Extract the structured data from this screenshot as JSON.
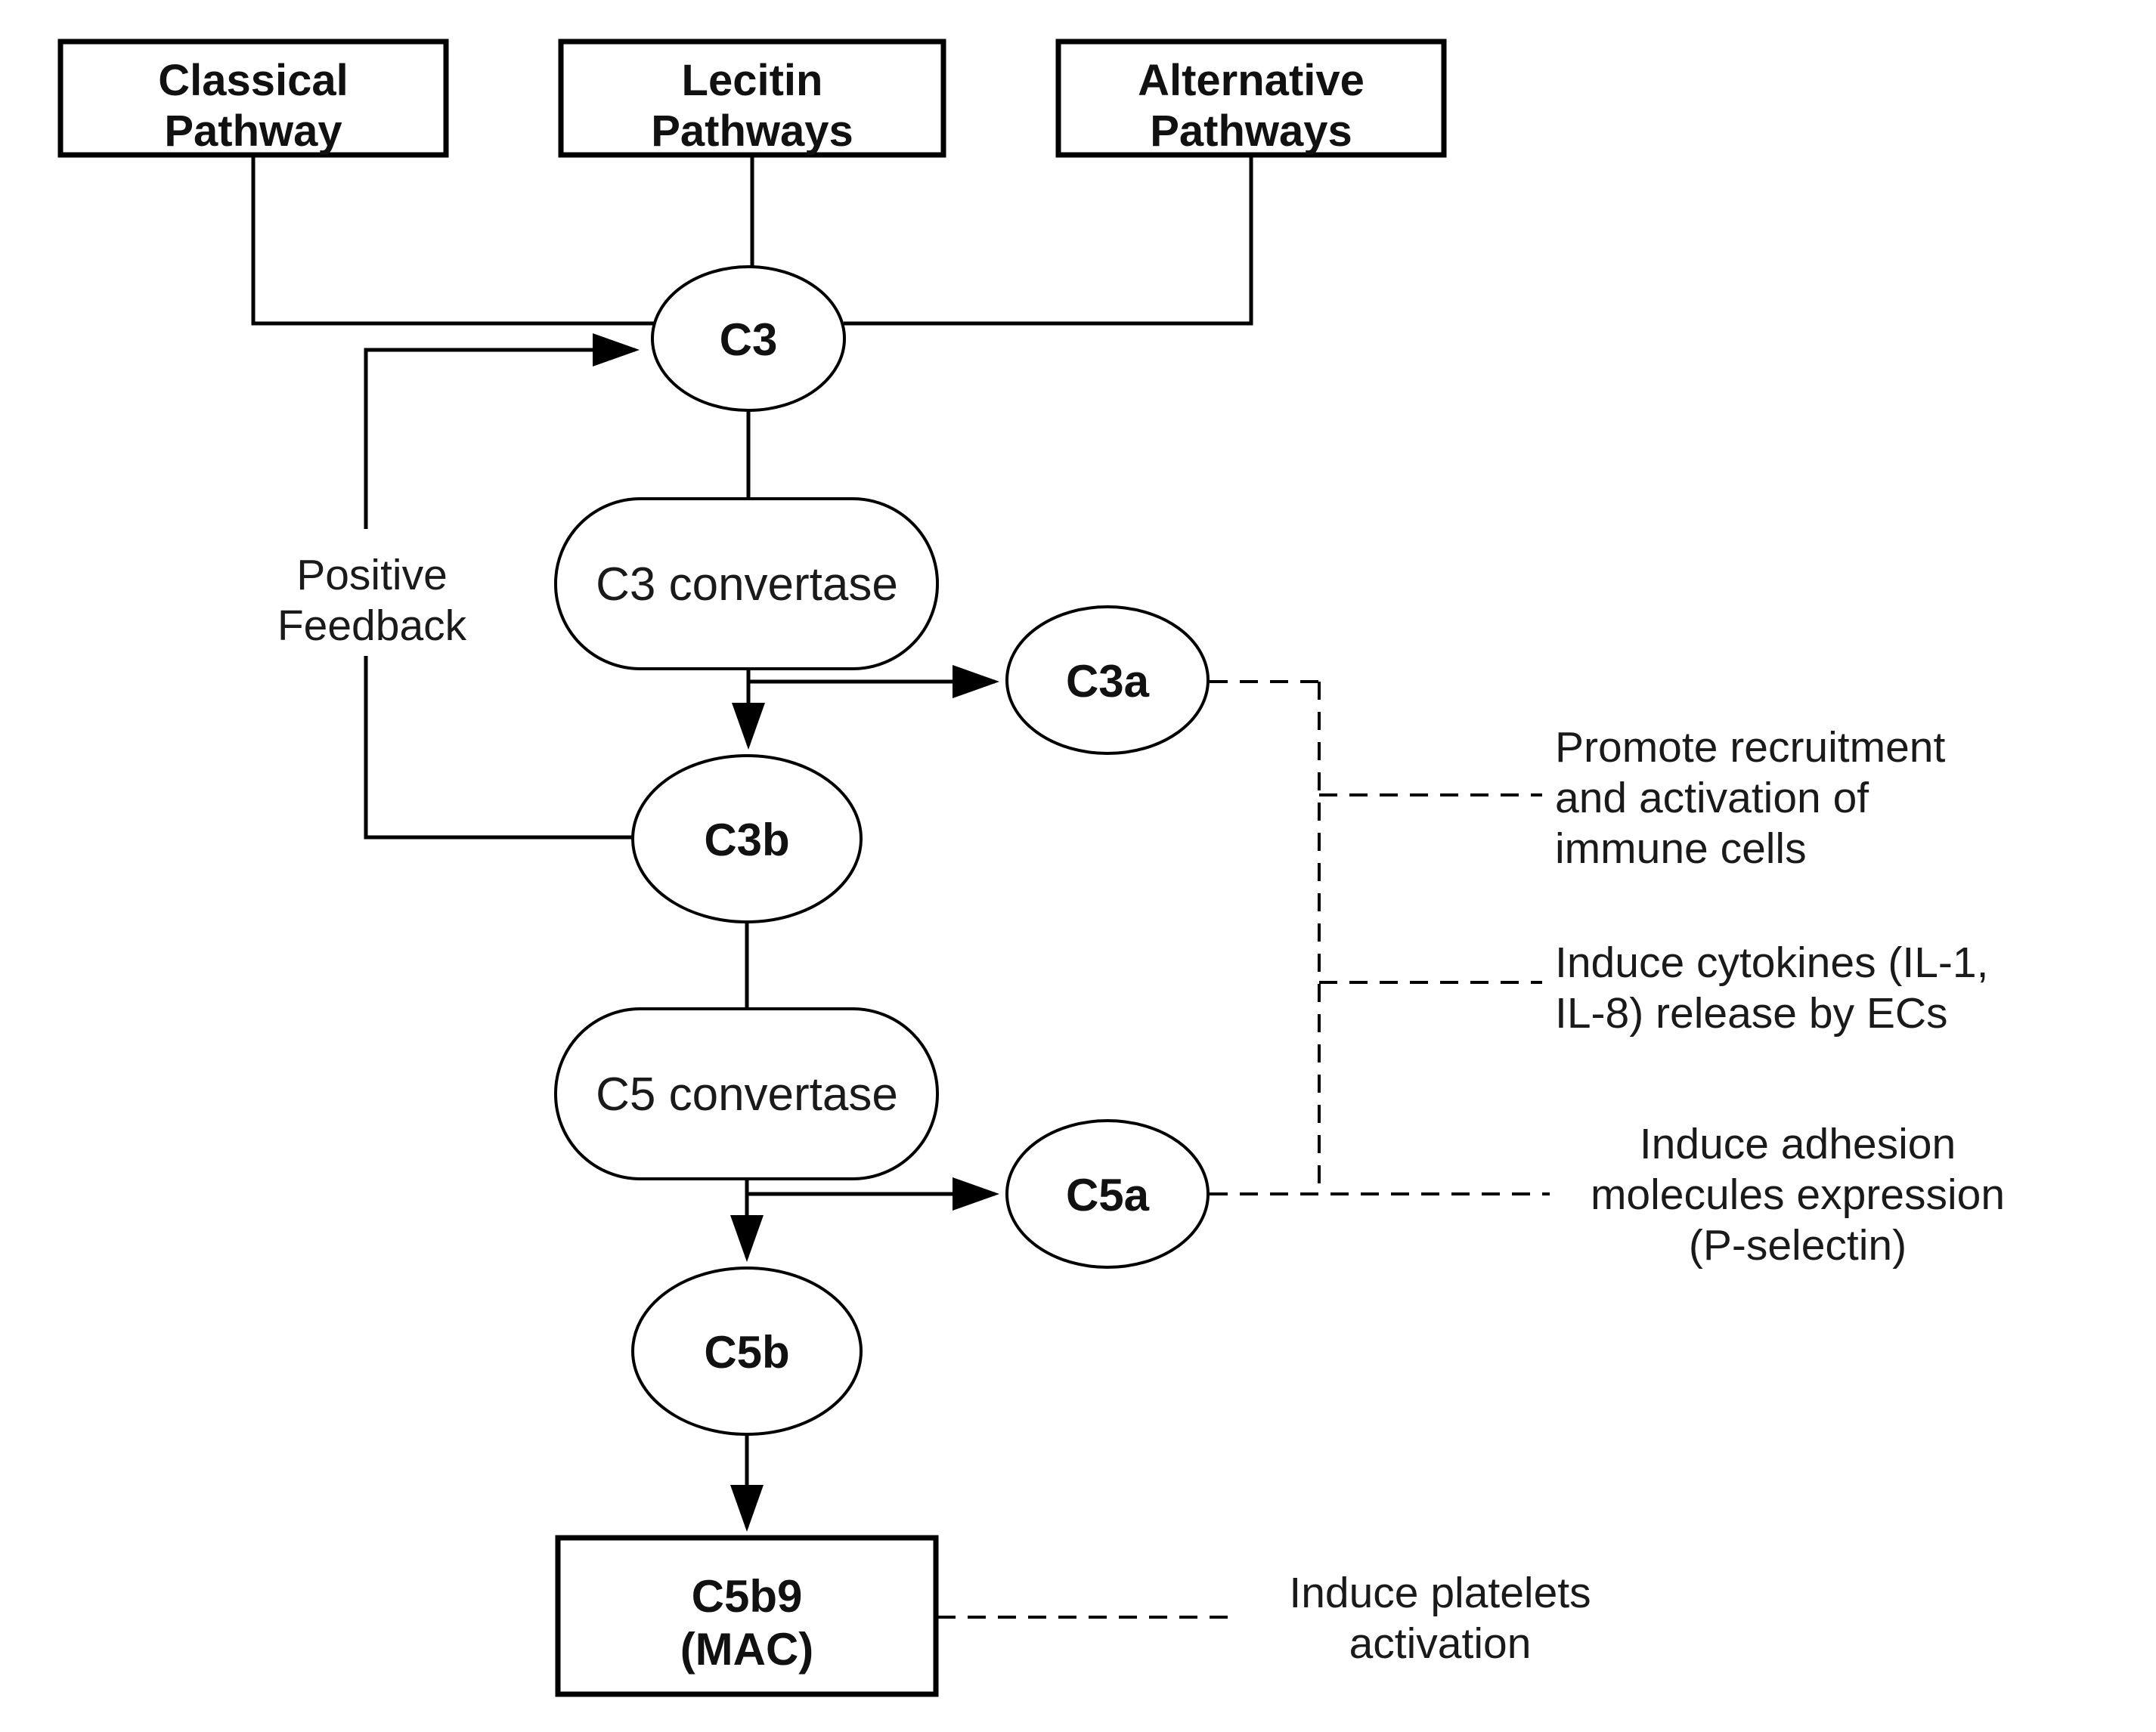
{
  "nodes": {
    "classical": {
      "label": "Classical Pathway",
      "lines": [
        "Classical",
        "Pathway"
      ]
    },
    "lecitin": {
      "label": "Lecitin Pathways",
      "lines": [
        "Lecitin",
        "Pathways"
      ]
    },
    "alternative": {
      "label": "Alternative Pathways",
      "lines": [
        "Alternative",
        "Pathways"
      ]
    },
    "c3": {
      "label": "C3"
    },
    "c3_convertase": {
      "label": "C3 convertase"
    },
    "c3a": {
      "label": "C3a"
    },
    "c3b": {
      "label": "C3b"
    },
    "c5_convertase": {
      "label": "C5 convertase"
    },
    "c5a": {
      "label": "C5a"
    },
    "c5b": {
      "label": "C5b"
    },
    "c5b9": {
      "label": "C5b9 (MAC)",
      "lines": [
        "C5b9",
        "(MAC)"
      ]
    }
  },
  "labels": {
    "feedback": {
      "label": "Positive Feedback",
      "lines": [
        "Positive",
        "Feedback"
      ]
    },
    "c3a_effect": {
      "label": "Promote recruitment and activation of immune cells",
      "lines": [
        "Promote recruitment",
        "and activation of",
        "immune cells"
      ]
    },
    "cytokines_effect": {
      "label": "Induce cytokines (IL-1, IL-8) release by ECs",
      "lines": [
        "Induce cytokines (IL-1,",
        "IL-8) release by ECs"
      ]
    },
    "c5a_effect": {
      "label": "Induce adhesion molecules expression (P-selectin)",
      "lines": [
        "Induce adhesion",
        "molecules expression",
        "(P-selectin)"
      ]
    },
    "mac_effect": {
      "label": "Induce platelets activation",
      "lines": [
        "Induce platelets",
        "activation"
      ]
    }
  },
  "colors": {
    "stroke": "#000000",
    "background": "#ffffff",
    "text": "#1a1a1a"
  }
}
